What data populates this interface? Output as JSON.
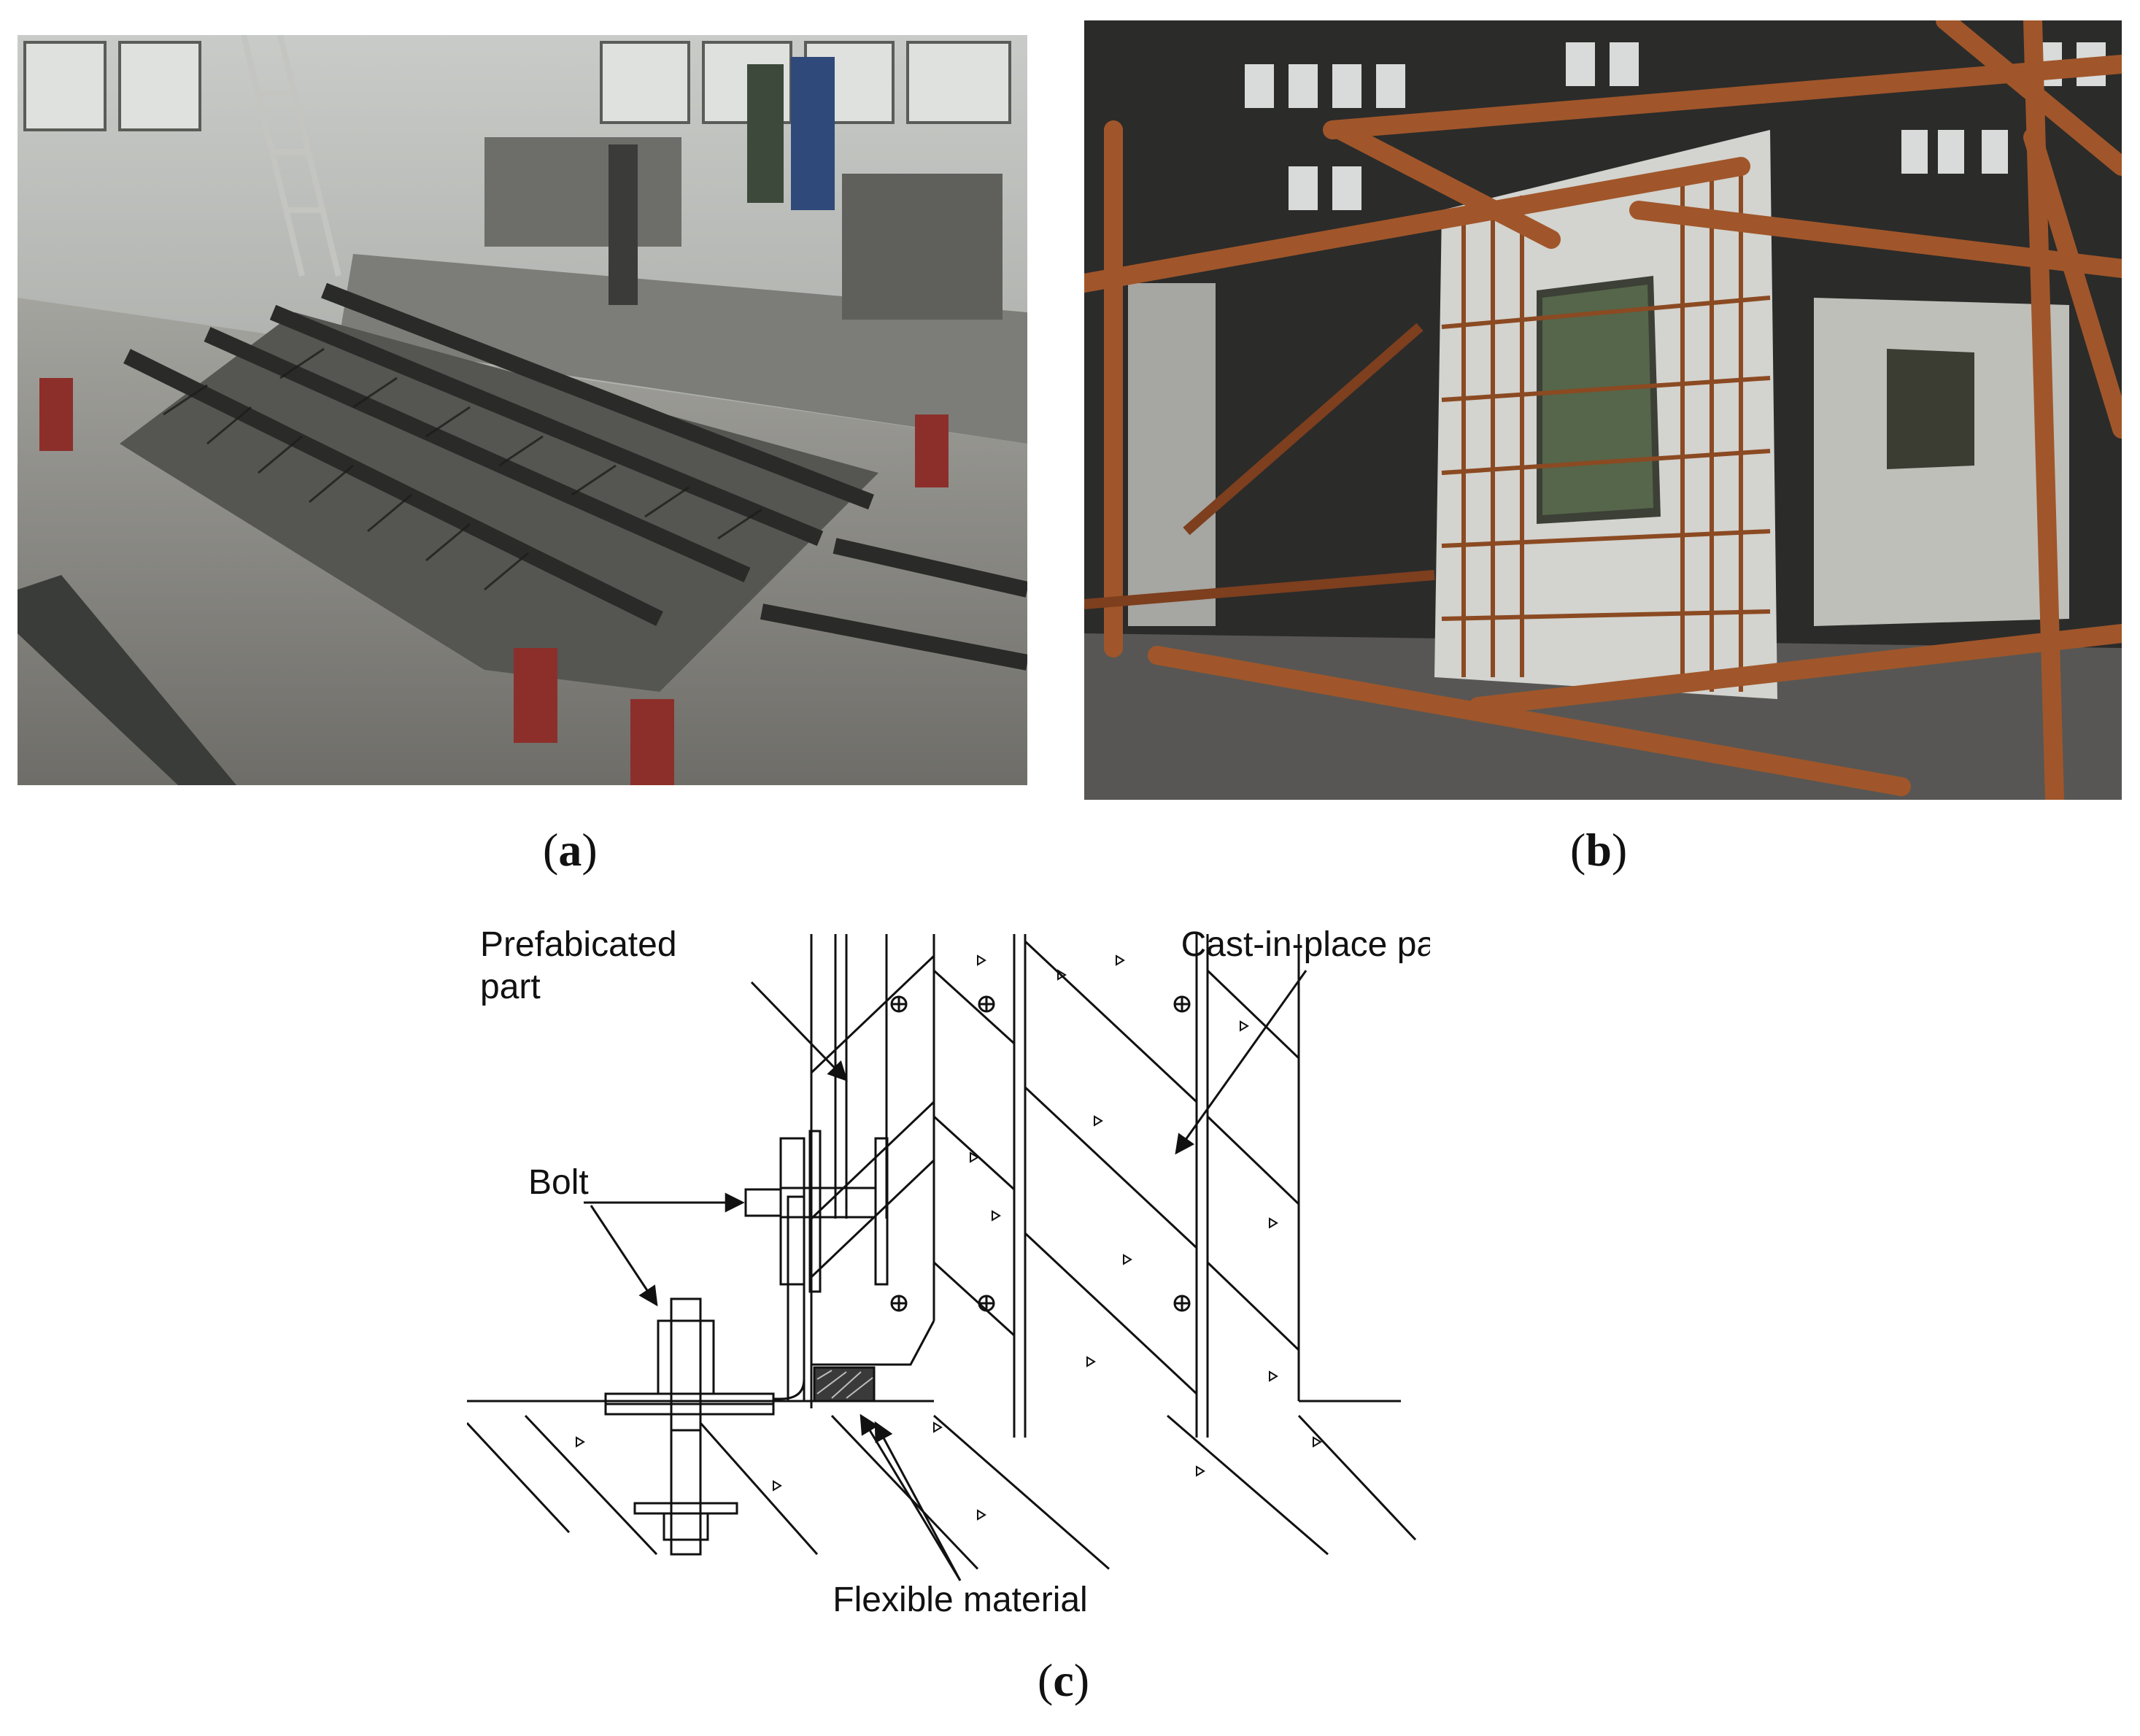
{
  "captions": {
    "a": {
      "open": "(",
      "letter": "a",
      "close": ")"
    },
    "b": {
      "open": "(",
      "letter": "b",
      "close": ")"
    },
    "c": {
      "open": "(",
      "letter": "c",
      "close": ")"
    }
  },
  "diagram": {
    "labels": {
      "prefab_line1": "Prefabicated",
      "prefab_line2": "part",
      "cast": "Cast-in-place part",
      "bolt": "Bolt",
      "flexible": "Flexible material"
    }
  },
  "colors": {
    "concrete_gray": "#8a8a86",
    "rust": "#a0562a",
    "steel_dark": "#2f2f2f",
    "line": "#111111"
  }
}
